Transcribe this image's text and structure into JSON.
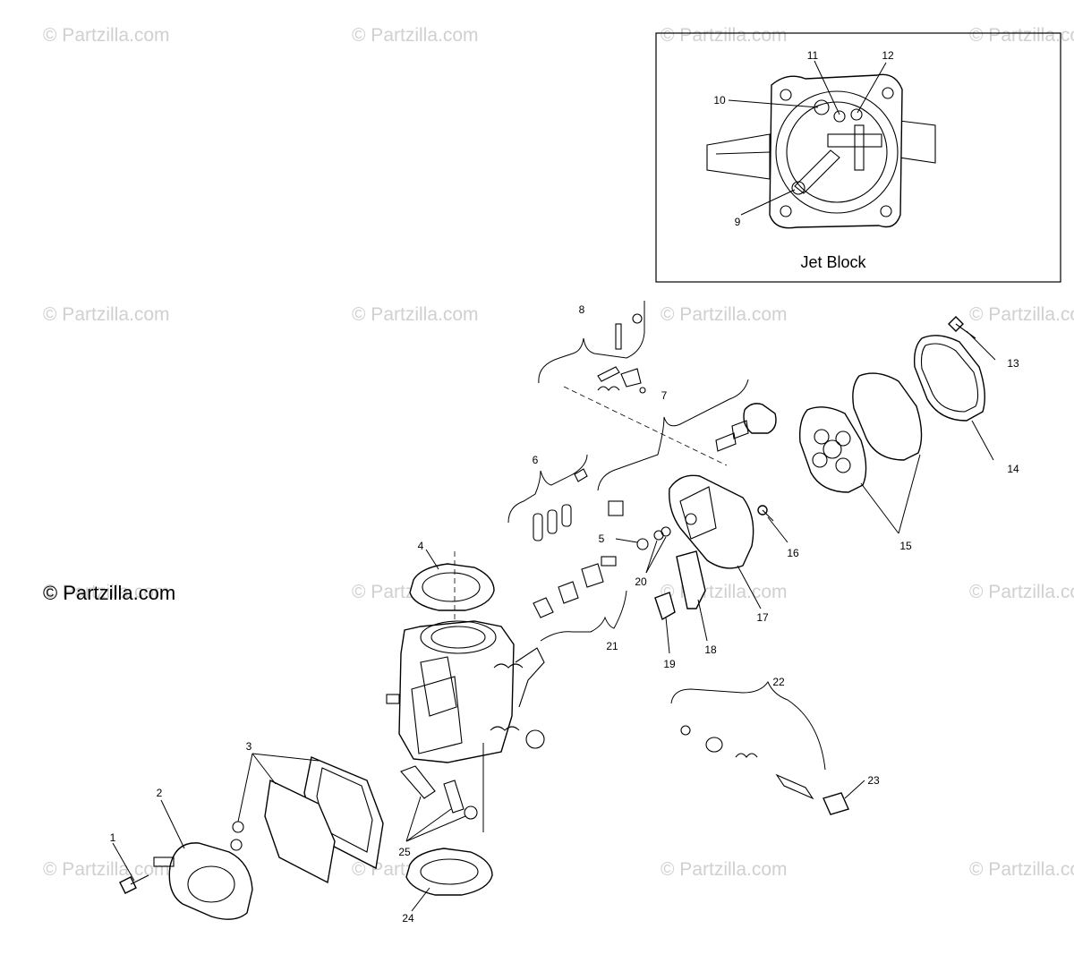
{
  "watermark": "© Partzilla.com",
  "copyright": "© Partzilla.com",
  "inset": {
    "title": "Jet Block"
  },
  "callouts": [
    "1",
    "2",
    "3",
    "4",
    "5",
    "6",
    "7",
    "8",
    "9",
    "10",
    "11",
    "12",
    "13",
    "14",
    "15",
    "16",
    "17",
    "18",
    "19",
    "20",
    "21",
    "22",
    "23",
    "24",
    "25"
  ]
}
